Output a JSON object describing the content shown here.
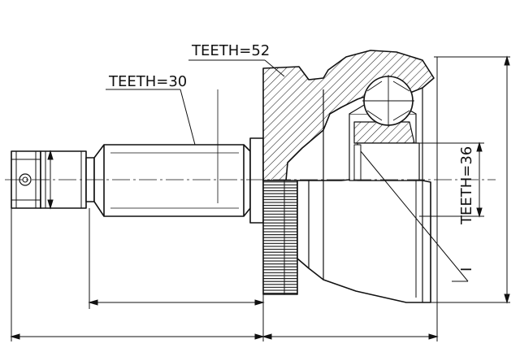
{
  "labels": {
    "teeth_stub": "TEETH=30",
    "teeth_abs": "TEETH=52",
    "teeth_inner": "TEETH=36",
    "callout": "I"
  }
}
